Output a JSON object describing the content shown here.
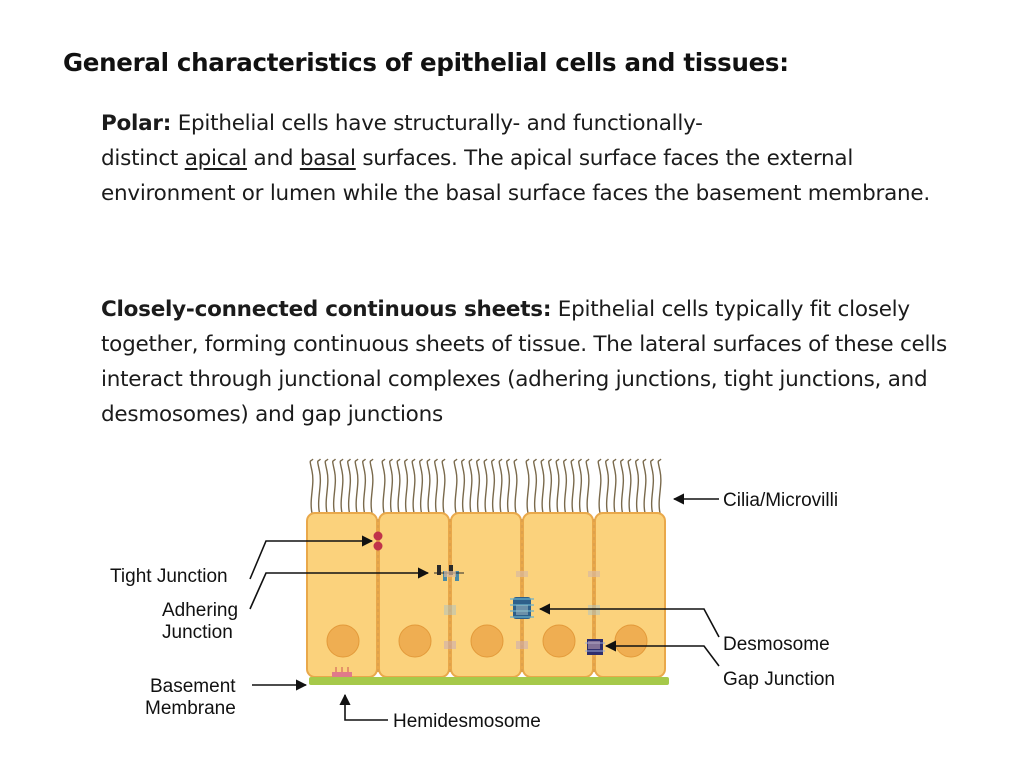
{
  "heading": "General characteristics of epithelial cells and tissues:",
  "polar": {
    "term": "Polar:",
    "text_1": " Epithelial cells have structurally- and functionally-",
    "text_2": "distinct ",
    "link_apical": "apical",
    "text_3": " and ",
    "link_basal": "basal",
    "text_4": " surfaces. The apical surface faces the external environment or lumen while the basal surface faces the basement membrane."
  },
  "sheets": {
    "term": "Closely-connected continuous sheets:",
    "text": " Epithelial cells typically fit closely together, forming continuous sheets of tissue. The lateral surfaces of these cells interact through junctional complexes (adhering junctions, tight junctions, and desmosomes) and gap junctions"
  },
  "diagram": {
    "labels": {
      "cilia": "Cilia/Microvilli",
      "tight": "Tight Junction",
      "adhering_1": "Adhering",
      "adhering_2": "Junction",
      "basement_1": "Basement",
      "basement_2": "Membrane",
      "hemidesmosome": "Hemidesmosome",
      "desmosome": "Desmosome",
      "gap": "Gap Junction"
    },
    "colors": {
      "cell_fill": "#fbd27c",
      "cell_stroke": "#e9a84a",
      "nucleus": "#efae52",
      "membrane": "#a6c94a",
      "cilia": "#7a6a4c",
      "tight_junction": "#c0334a",
      "desmosome": "#2d5f8a",
      "gap_junction": "#2e2e6e"
    }
  }
}
